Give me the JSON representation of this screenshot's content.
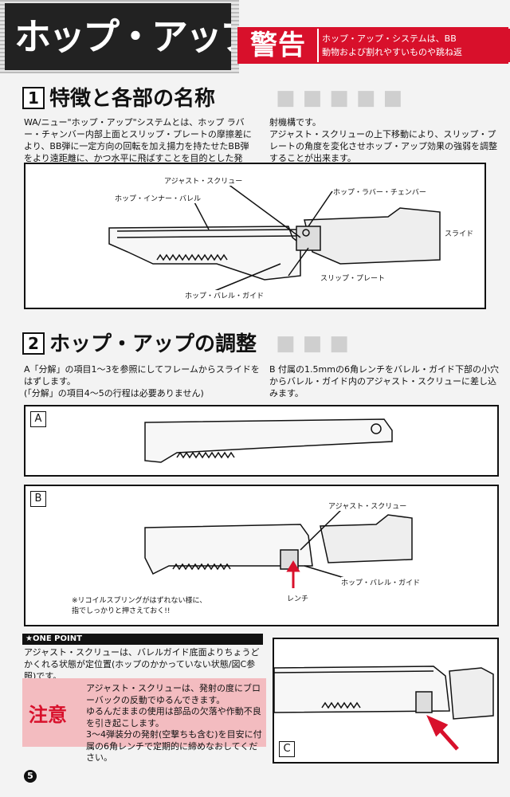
{
  "header": {
    "title": "ホップ・アップ",
    "warning_tag": "警告",
    "warning_line1": "ホップ・アップ・システムは、BB",
    "warning_line2": "動物および割れやすいものや跳ね返"
  },
  "section1": {
    "number": "1",
    "title": "特徴と各部の名称",
    "text_left": "WA/ニュー\"ホップ・アップ\"システムとは、ホップ ラバー・チャンバー内部上面とスリップ・プレートの摩擦差により、BB弾に一定方向の回転を加え揚力を持たせたBB弾をより遠距離に、かつ水平に飛ばすことを目的とした発",
    "text_right": "射機構です。\nアジャスト・スクリューの上下移動により、スリップ・プレートの角度を変化させホップ・アップ効果の強弱を調整することが出来ます。",
    "labels": {
      "adjust_screw": "アジャスト・スクリュー",
      "inner_barrel": "ホップ・インナー・バレル",
      "rubber_chamber": "ホップ・ラバー・チェンバー",
      "slide": "スライド",
      "slip_plate": "スリップ・プレート",
      "barrel_guide": "ホップ・バレル・ガイド"
    }
  },
  "section2": {
    "number": "2",
    "title": "ホップ・アップの調整",
    "text_a": "A「分解」の項目1〜3を参照にしてフレームからスライドをはずします。\n(「分解」の項目4〜5の行程は必要ありません)",
    "text_b": "B 付属の1.5mmの6角レンチをバレル・ガイド下部の小穴からバレル・ガイド内のアジャスト・スクリューに差し込みます。",
    "panel_a": "A",
    "panel_b": "B",
    "panel_c": "C",
    "b_labels": {
      "adjust_screw": "アジャスト・スクリュー",
      "barrel_guide": "ホップ・バレル・ガイド",
      "wrench": "レンチ",
      "note": "※リコイルスプリングがはずれない様に、\n指でしっかりと押さえておく!!"
    }
  },
  "one_point": {
    "label": "★ONE POINT",
    "text": "アジャスト・スクリューは、バレルガイド底面よりちょうどかくれる状態が定位置(ホップのかかっていない状態/図C参照)です。"
  },
  "caution": {
    "tag": "注意",
    "text": "アジャスト・スクリューは、発射の度にブローバックの反動でゆるんできます。\nゆるんだままの使用は部品の欠落や作動不良を引き起こします。\n3〜4弾装分の発射(空撃ちも含む)を目安に付属の6角レンチで定期的に締めなおしてください。"
  },
  "page_number": "5",
  "colors": {
    "accent_red": "#d8102b",
    "caution_pink": "#f3bcc0",
    "dark": "#222222"
  }
}
